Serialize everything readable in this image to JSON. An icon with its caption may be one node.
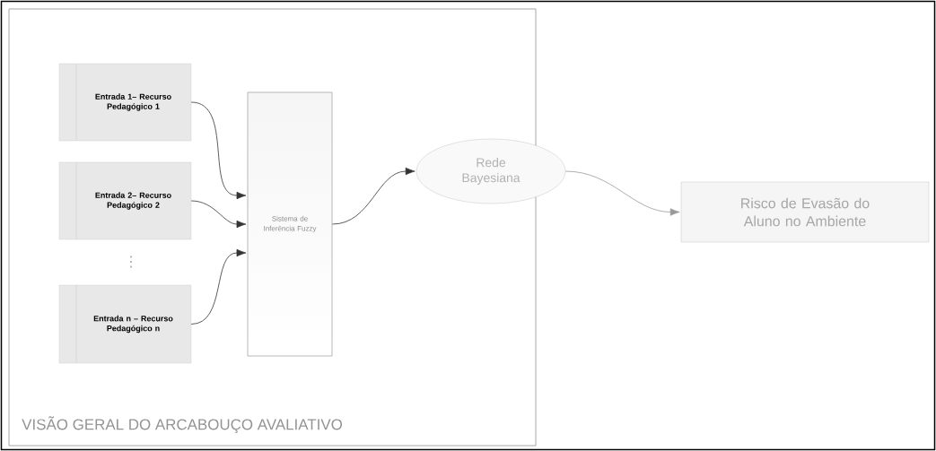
{
  "diagram": {
    "nodes": [
      {
        "text": [
          "VISÃO GERAL DO ARCABOUÇO AVALIATIVO"
        ]
      },
      {
        "text": [
          "Entrada 1– Recurso Pedagógico 1"
        ],
        "in": 0
      },
      {
        "text": [
          "Entrada 2– Recurso Pedagógico 2"
        ],
        "in": 0
      },
      {
        "text": [
          "Entrada n – Recurso Pedagógico n"
        ],
        "in": 0
      },
      {
        "text": [
          "Sistema de Inferência Fuzzy"
        ],
        "in": 0
      },
      {
        "text": [
          "Rede Bayesiana"
        ],
        "in": 0
      },
      {
        "text": [
          "Risco de Evasão do Aluno no Ambiente"
        ]
      }
    ],
    "edges": [
      {
        "from": 1,
        "to": 4,
        "arrow": "to"
      },
      {
        "from": 2,
        "to": 4,
        "arrow": "to"
      },
      {
        "from": 3,
        "to": 4,
        "arrow": "to"
      },
      {
        "from": 4,
        "to": 5,
        "arrow": "to"
      },
      {
        "from": 5,
        "to": 6,
        "arrow": "to",
        "color": "#999999"
      }
    ],
    "labels": [
      "⋮"
    ]
  }
}
